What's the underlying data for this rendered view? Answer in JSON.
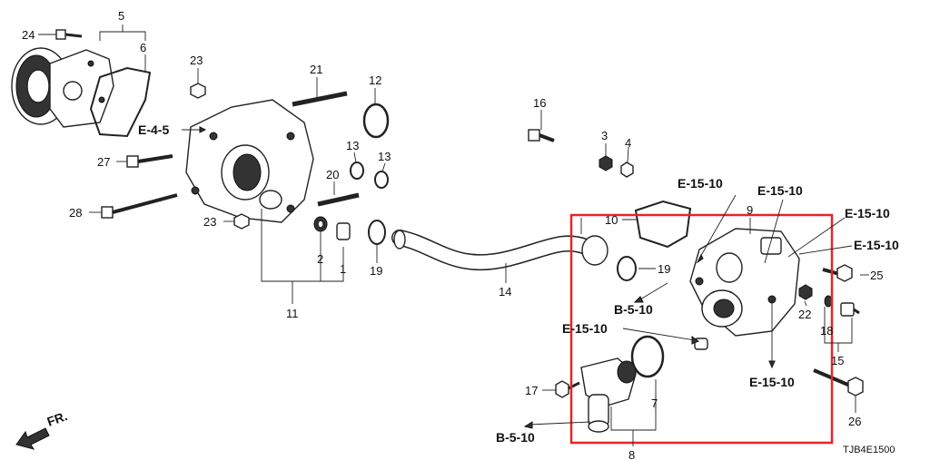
{
  "highlight_color": "#e8232a",
  "part_numbers": [
    "1",
    "2",
    "3",
    "4",
    "5",
    "6",
    "7",
    "8",
    "9",
    "10",
    "11",
    "12",
    "13",
    "13",
    "14",
    "15",
    "16",
    "17",
    "18",
    "19",
    "19",
    "20",
    "21",
    "22",
    "23",
    "23",
    "24",
    "25",
    "26",
    "27",
    "28"
  ],
  "refs": {
    "e4_5": "E-4-5",
    "e15_10": "E-15-10",
    "b5_10": "B-5-10"
  },
  "front_label": "FR.",
  "diagram_code": "TJB4E1500",
  "icons": [
    "front-direction-arrow-icon"
  ]
}
